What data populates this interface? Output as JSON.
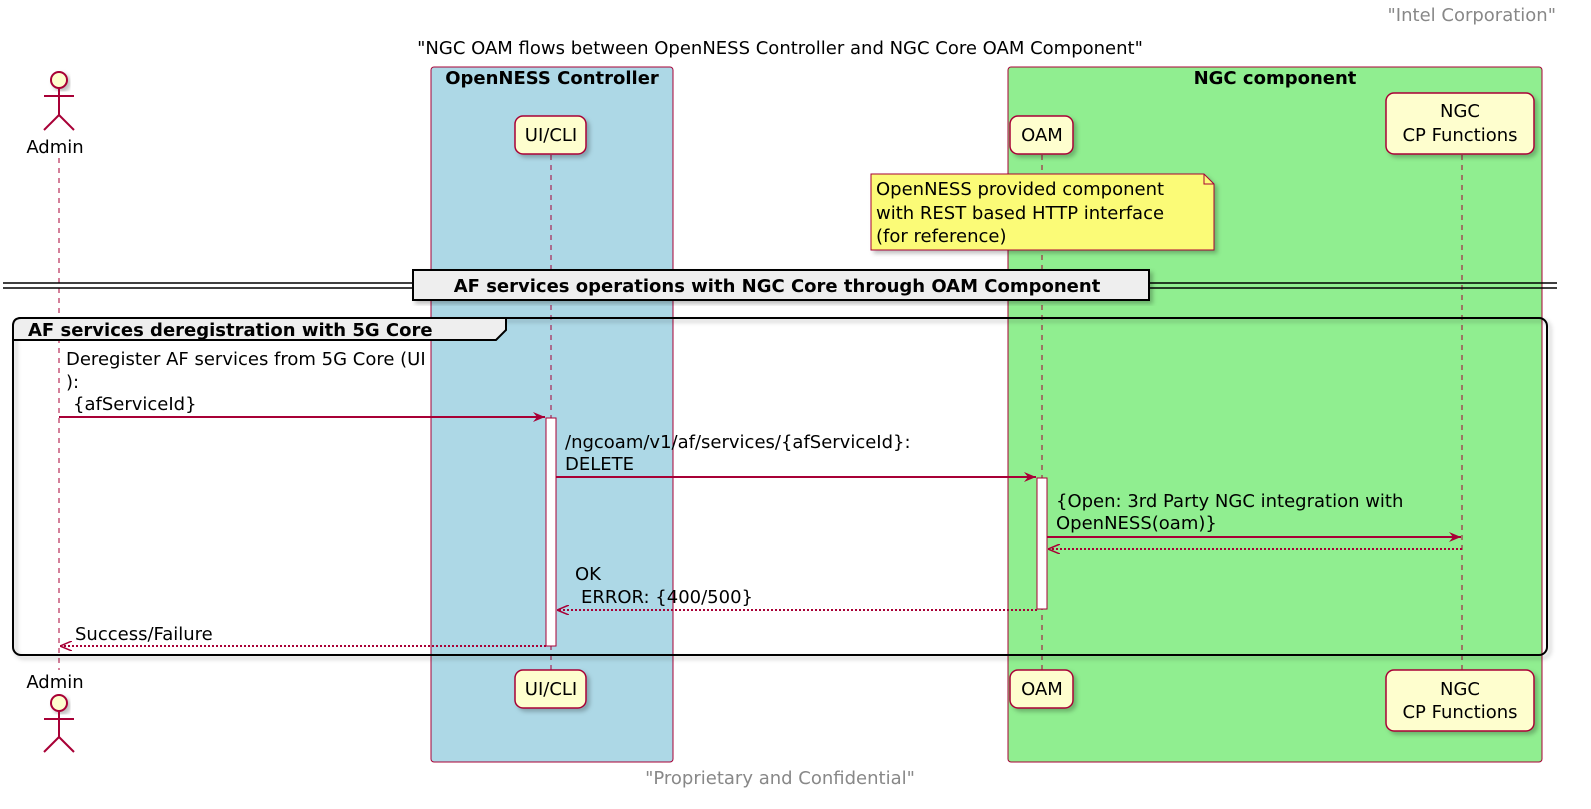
{
  "header": "\"Intel Corporation\"",
  "title": "\"NGC OAM flows between OpenNESS Controller and NGC Core OAM Component\"",
  "footer": "\"Proprietary and Confidential\"",
  "boxes": {
    "controller": "OpenNESS Controller",
    "ngc": "NGC component"
  },
  "participants": {
    "admin": "Admin",
    "ui": "UI/CLI",
    "oam": "OAM",
    "cp_line1": "NGC",
    "cp_line2": "CP Functions"
  },
  "note": {
    "line1": "OpenNESS provided component",
    "line2": "with REST based HTTP interface",
    "line3": "(for reference)"
  },
  "divider": "AF services operations with NGC Core through OAM Component",
  "group": "AF services deregistration with 5G Core",
  "messages": {
    "m1_line1": "Deregister AF services from 5G Core (UI",
    "m1_line2": "):",
    "m1_line3": "{afServiceId}",
    "m2_line1": "/ngcoam/v1/af/services/{afServiceId}:",
    "m2_line2": "DELETE",
    "m3_line1": "{Open: 3rd Party NGC integration with",
    "m3_line2": "OpenNESS(oam)}",
    "m5_line1": "OK",
    "m5_line2": "ERROR: {400/500}",
    "m6": "Success/Failure"
  },
  "colors": {
    "controller_box": "#ADD8E6",
    "ngc_box": "#90EE90",
    "participant_fill": "#FEFECE",
    "border": "#A80036",
    "note_fill": "#FBFB77",
    "gray_text": "#888888"
  }
}
